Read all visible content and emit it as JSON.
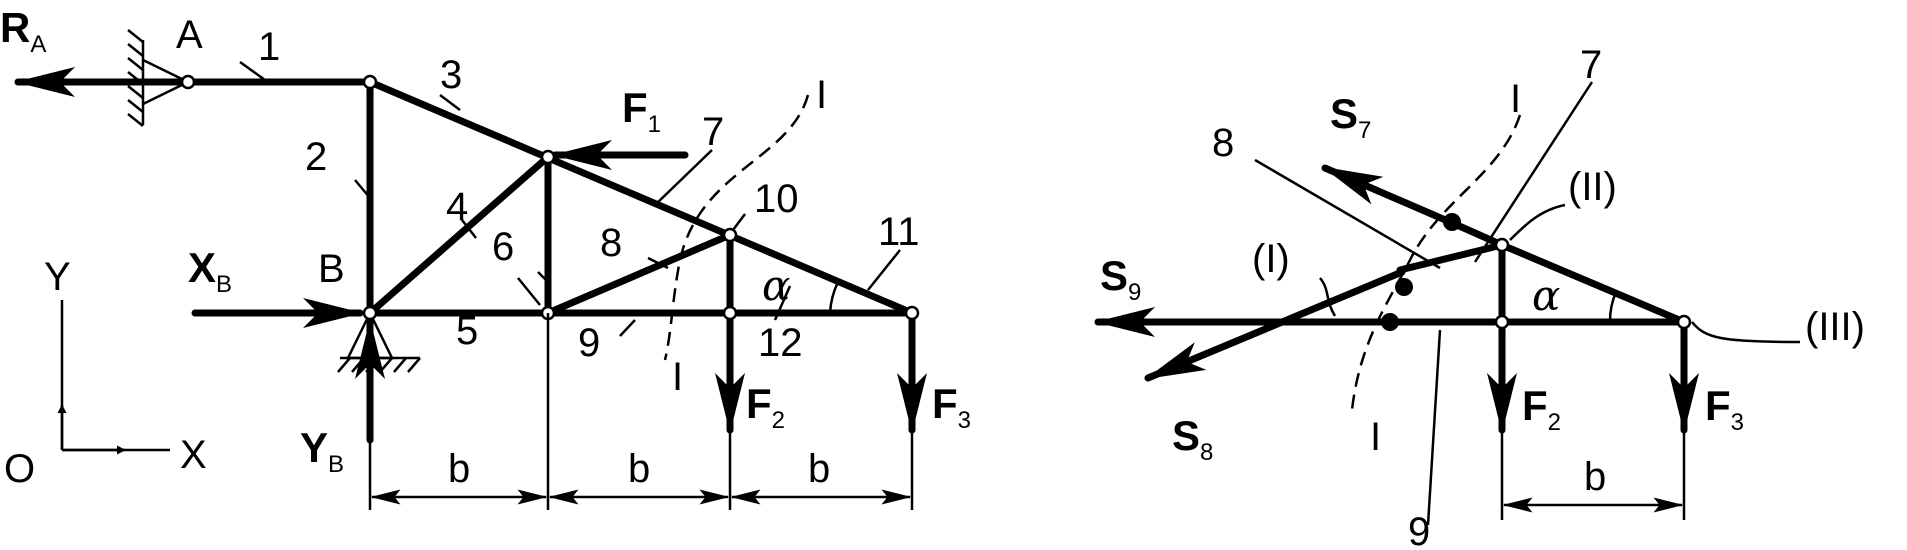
{
  "left_figure": {
    "forces": {
      "RA": {
        "main": "R",
        "sub": "A"
      },
      "XB": {
        "main": "X",
        "sub": "B"
      },
      "YB": {
        "main": "Y",
        "sub": "B"
      },
      "F1": {
        "main": "F",
        "sub": "1"
      },
      "F2": {
        "main": "F",
        "sub": "2"
      },
      "F3": {
        "main": "F",
        "sub": "3"
      }
    },
    "node_labels": {
      "A": "A",
      "B": "B"
    },
    "members": {
      "m1": "1",
      "m2": "2",
      "m3": "3",
      "m4": "4",
      "m5": "5",
      "m6": "6",
      "m7": "7",
      "m8": "8",
      "m9": "9",
      "m10": "10",
      "m11": "11",
      "m12": "12"
    },
    "section": {
      "top": "I",
      "bottom": "I"
    },
    "angle": "α",
    "dims": [
      "b",
      "b",
      "b"
    ],
    "axes": {
      "y": "Y",
      "x": "X",
      "origin": "O"
    }
  },
  "right_figure": {
    "forces": {
      "S7": {
        "main": "S",
        "sub": "7"
      },
      "S8": {
        "main": "S",
        "sub": "8"
      },
      "S9": {
        "main": "S",
        "sub": "9"
      },
      "F2": {
        "main": "F",
        "sub": "2"
      },
      "F3": {
        "main": "F",
        "sub": "3"
      }
    },
    "members": {
      "m7": "7",
      "m8": "8",
      "m9": "9"
    },
    "points": {
      "p1": "(I)",
      "p2": "(II)",
      "p3": "(III)"
    },
    "section": {
      "top": "I",
      "bottom": "I"
    },
    "angle": "α",
    "dim": "b"
  }
}
